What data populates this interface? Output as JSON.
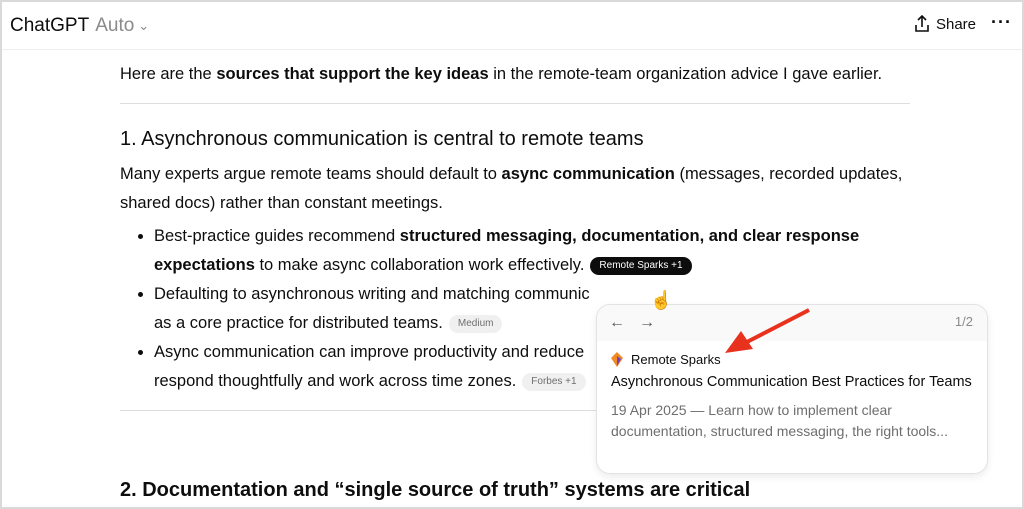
{
  "header": {
    "title": "ChatGPT",
    "model": "Auto",
    "share": "Share"
  },
  "main": {
    "intro_pre": "Here are the ",
    "intro_bold": "sources that support the key ideas",
    "intro_post": " in the remote-team organization advice I gave earlier.",
    "section1": {
      "heading": "1. Asynchronous communication is central to remote teams",
      "para_pre": "Many experts argue remote teams should default to ",
      "para_bold": "async communication",
      "para_post": " (messages, recorded updates, shared docs) rather than constant meetings.",
      "bullets": [
        {
          "pre": "Best-practice guides recommend ",
          "bold": "structured messaging, documentation, and clear response expectations",
          "post": " to make async collaboration work effectively.",
          "citation": "Remote Sparks  +1"
        },
        {
          "pre": "Defaulting to asynchronous writing and matching communic",
          "bold": "",
          "post": " as a core practice for distributed teams.",
          "citation": "Medium"
        },
        {
          "pre": "Async communication can improve productivity and reduce",
          "bold": "",
          "post": " respond thoughtfully and work across time zones.",
          "citation": "Forbes  +1"
        }
      ]
    },
    "section2": {
      "heading": "2. Documentation and “single source of truth” systems are critical"
    }
  },
  "popover": {
    "pager": "1/2",
    "source": "Remote Sparks",
    "title": "Asynchronous Communication Best Practices for Teams",
    "snippet": "19 Apr 2025 — Learn how to implement clear documentation, structured messaging, the right tools..."
  },
  "colors": {
    "annotation_arrow": "#e8321e"
  }
}
